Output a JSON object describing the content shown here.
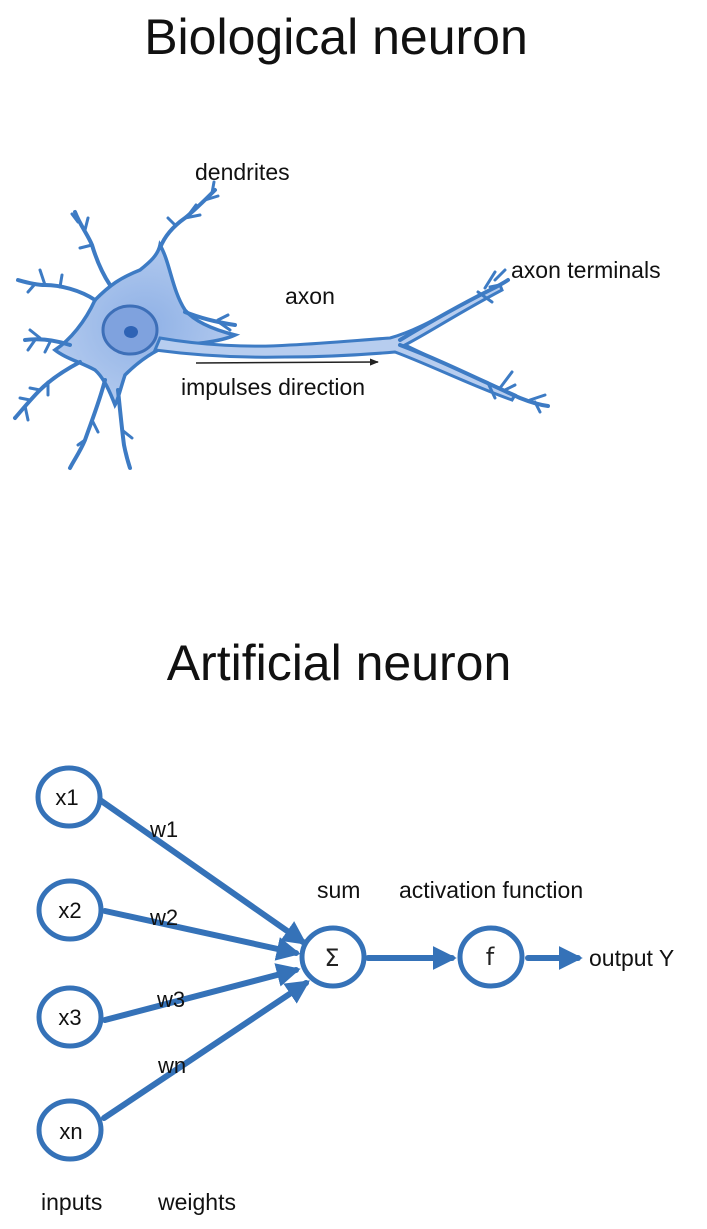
{
  "biological": {
    "title": "Biological neuron",
    "labels": {
      "dendrites": "dendrites",
      "axon": "axon",
      "axon_terminals": "axon terminals",
      "impulses": "impulses direction"
    }
  },
  "artificial": {
    "title": "Artificial neuron",
    "inputs": [
      {
        "name": "x1",
        "weight": "w1"
      },
      {
        "name": "x2",
        "weight": "w2"
      },
      {
        "name": "x3",
        "weight": "w3"
      },
      {
        "name": "xn",
        "weight": "wn"
      }
    ],
    "sum_label": "sum",
    "sum_symbol": "Σ",
    "activation_label": "activation function",
    "activation_symbol": "f",
    "output_label": "output Y",
    "inputs_caption": "inputs",
    "weights_caption": "weights"
  },
  "colors": {
    "neuron_blue": "#3d7bc4",
    "neuron_fill": "#a9c3ea",
    "edge_blue": "#3572b8"
  }
}
